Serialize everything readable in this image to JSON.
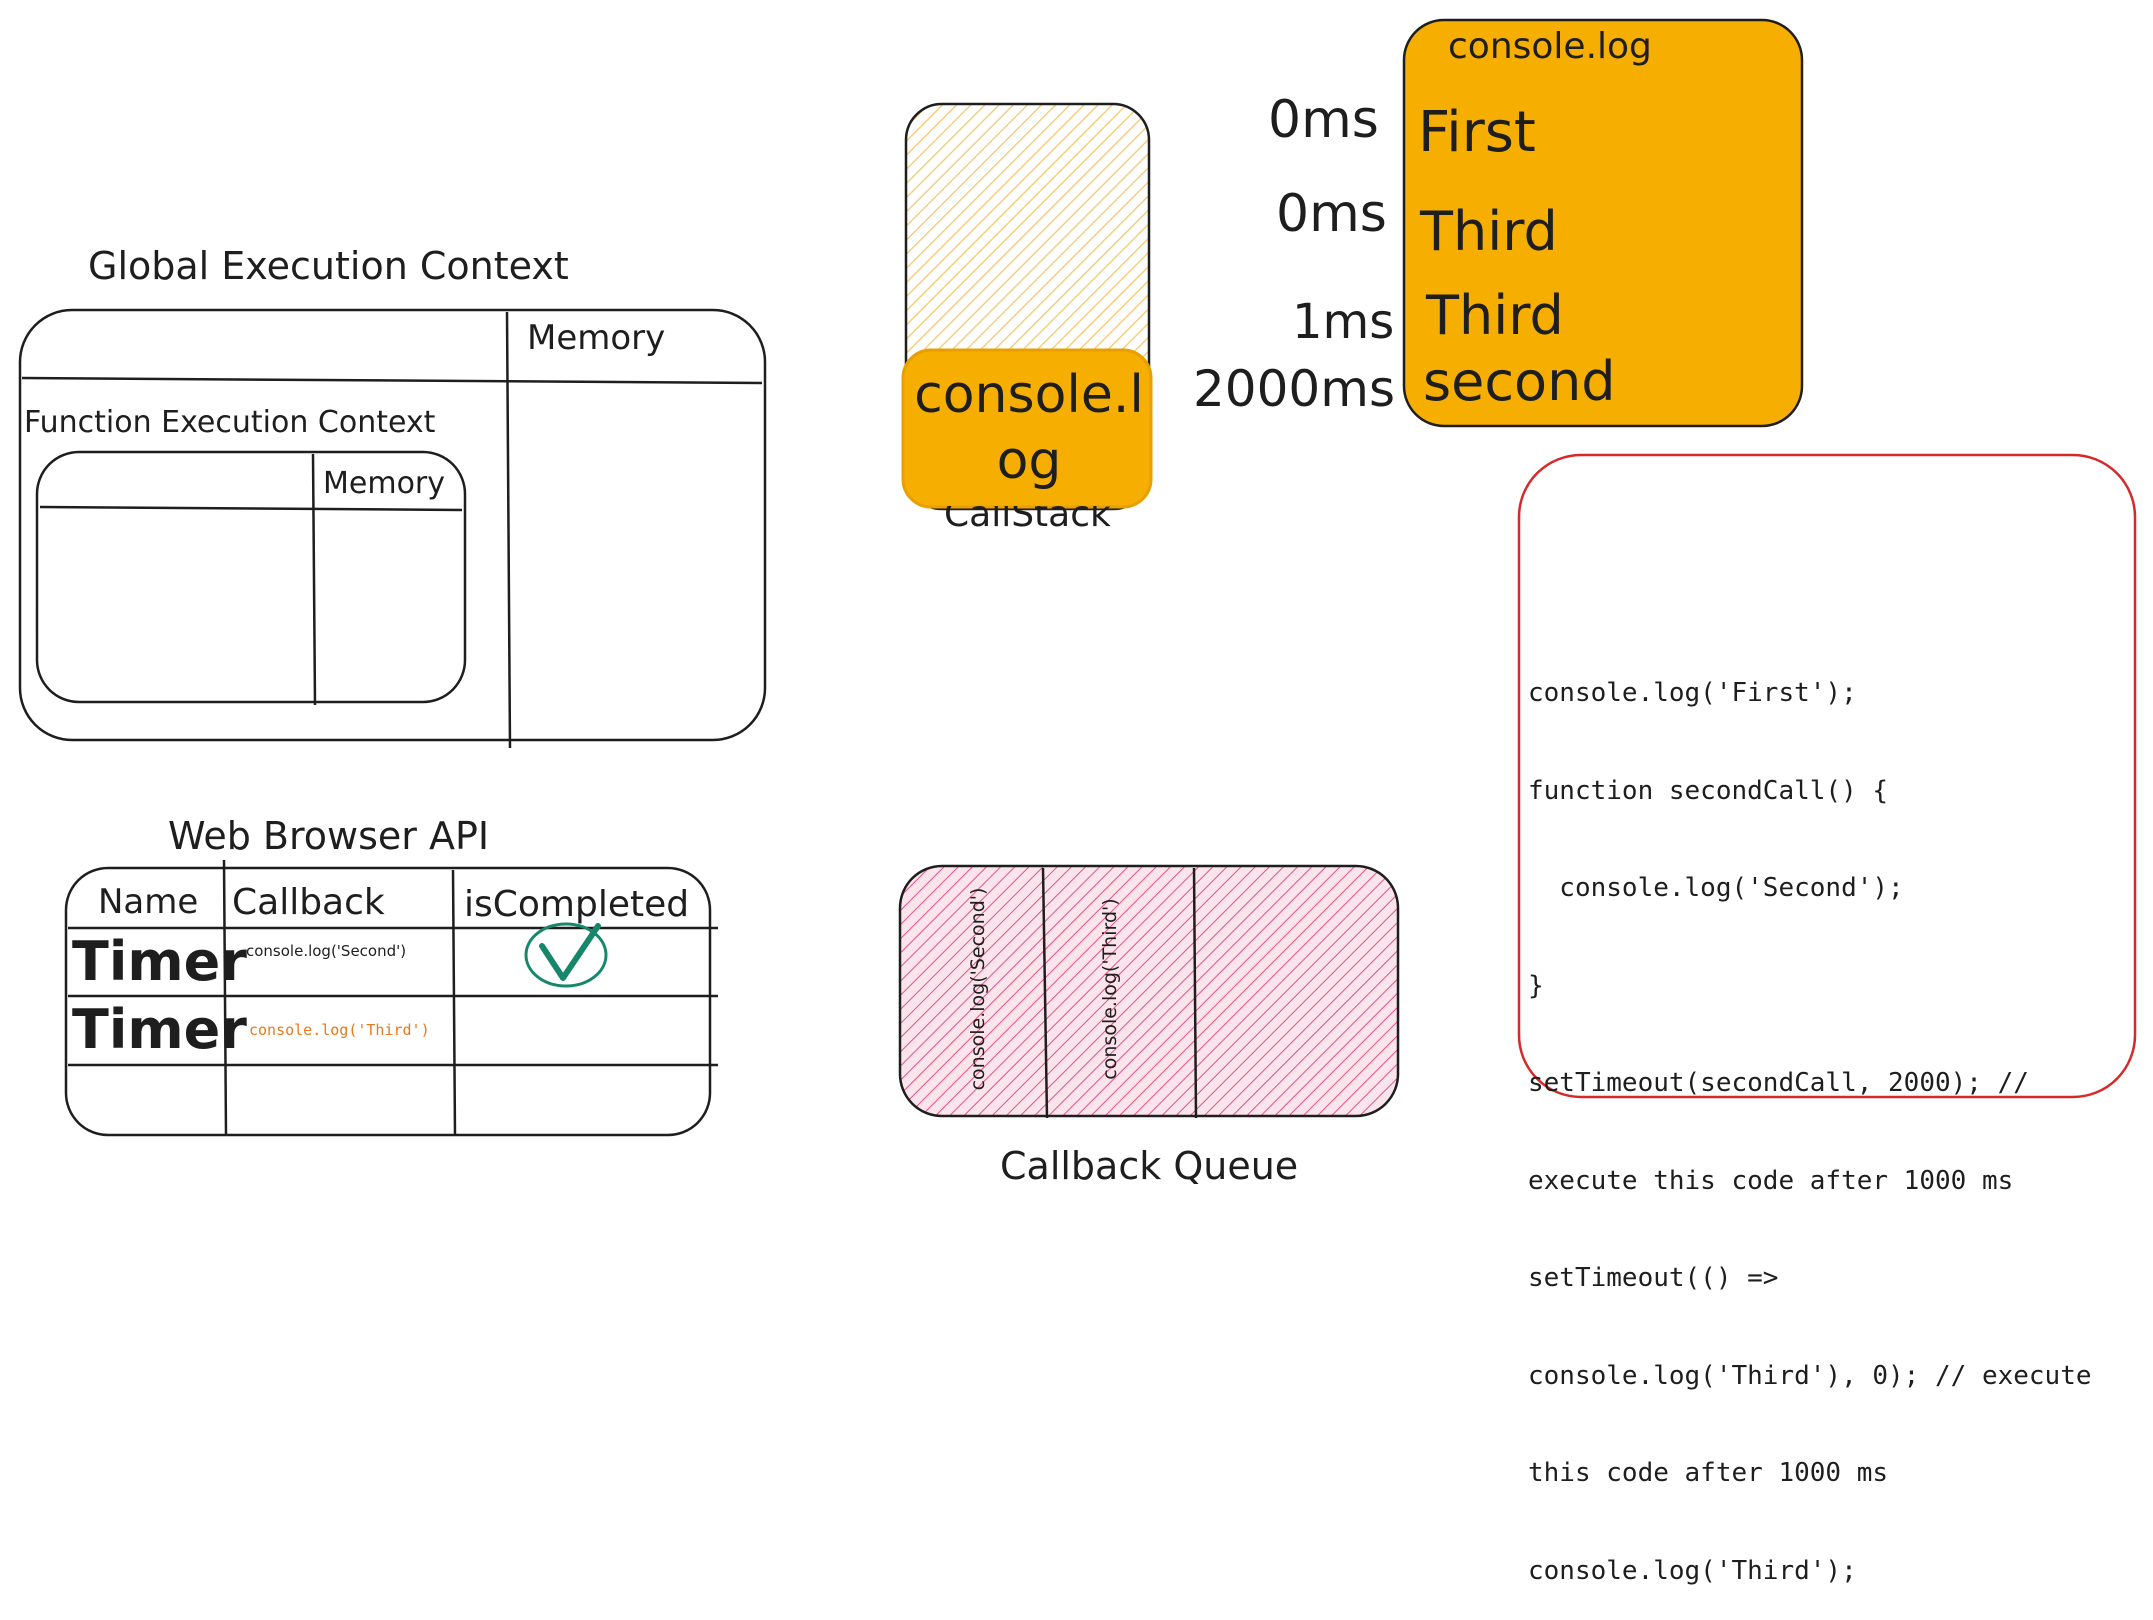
{
  "gec": {
    "title": "Global Execution Context",
    "memory_label": "Memory",
    "fec": {
      "title": "Function Execution Context",
      "memory_label": "Memory"
    }
  },
  "web_api": {
    "title": "Web Browser API",
    "headers": [
      "Name",
      "Callback",
      "isCompleted"
    ],
    "rows": [
      {
        "name": "Timer",
        "callback": "console.log('Second')",
        "completed": true
      },
      {
        "name": "Timer",
        "callback": "console.log('Third')",
        "completed": false
      }
    ]
  },
  "call_stack": {
    "label": "CallStack",
    "top_frame": "console.log"
  },
  "console_log": {
    "title": "console.log",
    "entries": [
      {
        "time": "0ms",
        "output": "First"
      },
      {
        "time": "0ms",
        "output": "Third"
      },
      {
        "time": "1ms",
        "output": "Third"
      },
      {
        "time": "2000ms",
        "output": "second"
      }
    ]
  },
  "callback_queue": {
    "label": "Callback Queue",
    "items": [
      "console.log('Second')",
      "console.log('Third')"
    ]
  },
  "code": {
    "lines": [
      "console.log('First');",
      "function secondCall() {",
      "  console.log('Second');",
      "}",
      "setTimeout(secondCall, 2000); //",
      "execute this code after 1000 ms",
      "setTimeout(() =>",
      "console.log('Third'), 0); // execute",
      "this code after 1000 ms",
      "console.log('Third');"
    ]
  },
  "colors": {
    "stroke": "#1e1e1e",
    "console_fill": "#f6ae00",
    "stack_hatch": "#f6c56a",
    "queue_hatch": "#e0567f",
    "queue_fill": "#fbe4ec",
    "code_border": "#d62a2a",
    "check": "#17876b",
    "third_callback_text": "#e8791c"
  }
}
